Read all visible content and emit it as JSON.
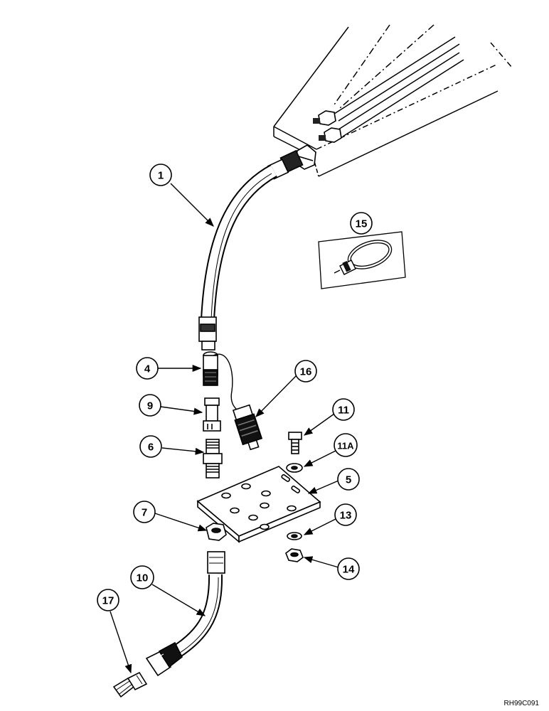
{
  "diagram": {
    "figure_ref": "RH99C091",
    "callouts": [
      {
        "id": "c1",
        "label": "1"
      },
      {
        "id": "c4",
        "label": "4"
      },
      {
        "id": "c5",
        "label": "5"
      },
      {
        "id": "c6",
        "label": "6"
      },
      {
        "id": "c7",
        "label": "7"
      },
      {
        "id": "c9",
        "label": "9"
      },
      {
        "id": "c10",
        "label": "10"
      },
      {
        "id": "c11",
        "label": "11"
      },
      {
        "id": "c11a",
        "label": "11A"
      },
      {
        "id": "c13",
        "label": "13"
      },
      {
        "id": "c14",
        "label": "14"
      },
      {
        "id": "c15",
        "label": "15"
      },
      {
        "id": "c16",
        "label": "16"
      },
      {
        "id": "c17",
        "label": "17"
      }
    ]
  }
}
